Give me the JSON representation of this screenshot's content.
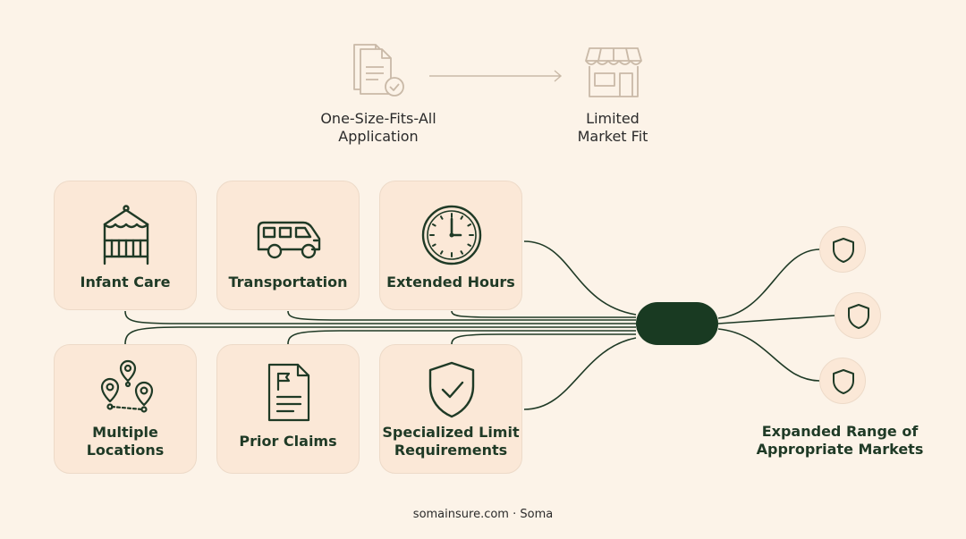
{
  "flow_top": {
    "source_label": "One-Size-Fits-All\nApplication",
    "target_label": "Limited\nMarket Fit"
  },
  "factors": [
    {
      "label": "Infant Care",
      "icon": "crib-icon"
    },
    {
      "label": "Transportation",
      "icon": "van-icon"
    },
    {
      "label": "Extended Hours",
      "icon": "clock-icon"
    },
    {
      "label": "Multiple Locations",
      "icon": "map-pins-icon"
    },
    {
      "label": "Prior Claims",
      "icon": "claim-document-icon"
    },
    {
      "label": "Specialized Limit Requirements",
      "icon": "shield-check-icon"
    }
  ],
  "markets": {
    "label": "Expanded Range of Appropriate Markets",
    "icons": [
      "shield-icon",
      "shield-icon",
      "shield-icon"
    ]
  },
  "footer": {
    "text": "somainsure.com · Soma"
  },
  "colors": {
    "background": "#fcf3e8",
    "card": "#fbe8d7",
    "dark_green": "#193a22",
    "muted_icon": "#c9b9a7"
  }
}
